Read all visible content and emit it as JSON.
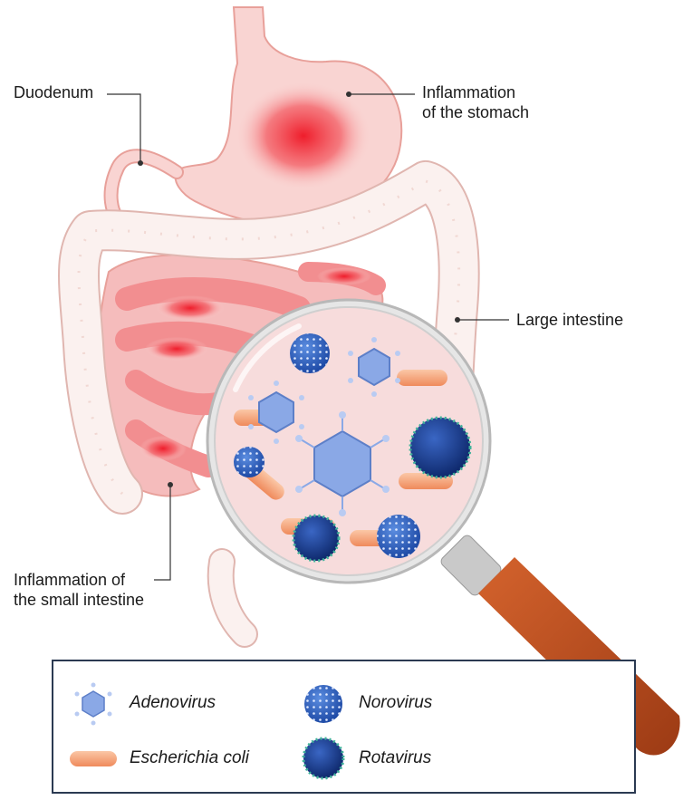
{
  "labels": {
    "duodenum": "Duodenum",
    "stomach_line1": "Inflammation",
    "stomach_line2": "of the stomach",
    "large_intestine": "Large intestine",
    "small_line1": "Inflammation of",
    "small_line2": "the small intestine"
  },
  "legend": {
    "items": [
      {
        "label": "Adenovirus",
        "icon": "adenovirus-icon"
      },
      {
        "label": "Norovirus",
        "icon": "norovirus-icon"
      },
      {
        "label": "Escherichia coli",
        "icon": "e-coli-icon"
      },
      {
        "label": "Rotavirus",
        "icon": "rotavirus-icon"
      }
    ]
  },
  "colors": {
    "organ_fill": "#f9d4d2",
    "organ_outline": "#e8a09a",
    "inflammation": "#ef1d2b",
    "large_intestine": "#fbf1ef",
    "lens_fill": "#f7dcdc",
    "adenovirus": "#8aa8e6",
    "norovirus": "#2a5cc0",
    "rotavirus": "#173a8a",
    "e_coli": "#f29a72",
    "handle": "#b84a1f"
  }
}
